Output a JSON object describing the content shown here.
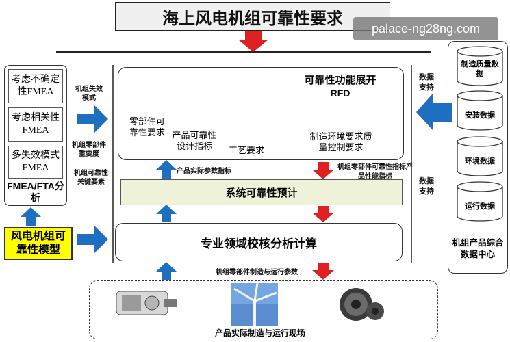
{
  "title": "海上风电机组可靠性要求",
  "watermark": "palace-ng28ng.com",
  "left_panel": {
    "boxes": [
      "考虑不确定性FMEA",
      "考虑相关性FMEA",
      "多失效模式FMEA"
    ],
    "label": "FMEA/FTA分析"
  },
  "model_box": "风电机组可靠性模型",
  "left_notes": {
    "failure_mode": "机组失效模式",
    "importance": "机组零部件重要度",
    "key_elements": "机组可靠性关键要素"
  },
  "rfd": {
    "title": "可靠性功能展开",
    "subtitle": "RFD",
    "stage1": "零部件可靠性要求",
    "stage2": "产品可靠性设计指标",
    "stage3": "工艺要求",
    "stage4": "制造环境要求质量控制要求"
  },
  "param_label": "产品实际参数指标",
  "right_arrow_label": "机组零部件可靠性指标产品性能指标",
  "system_box": "系统可靠性预计",
  "calc_box": "专业领域校核分析计算",
  "bottom_param": "机组零部件制造与运行参数",
  "bottom_label": "产品实际制造与运行现场",
  "data_support": [
    "数据支持",
    "数据支持"
  ],
  "data_center": {
    "items": [
      "制造质量数据",
      "安装数据",
      "环境数据",
      "运行数据"
    ],
    "label": "机组产品综合数据中心"
  },
  "colors": {
    "blue_arrow": "#1f6fc0",
    "red_arrow": "#e02020",
    "model_fill": "#ffff00",
    "system_fill": "#eef2d8"
  }
}
